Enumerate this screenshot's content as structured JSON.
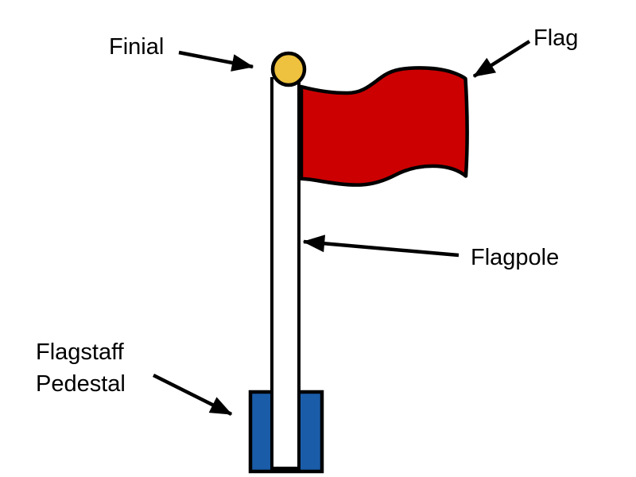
{
  "diagram": {
    "subject": "flagpole-parts-diagram",
    "background": "#FFFFFF"
  },
  "colors": {
    "outline": "#000000",
    "flag_red": "#CC0001",
    "finial_gold": "#EEC13E",
    "pedestal_blue": "#1A5CA8",
    "pole_white": "#FFFFFF",
    "label_text": "#000000",
    "arrow": "#000000"
  },
  "labels": {
    "finial": "Finial",
    "flag": "Flag",
    "flagpole": "Flagpole",
    "pedestal_line1": "Flagstaff",
    "pedestal_line2": "Pedestal"
  }
}
